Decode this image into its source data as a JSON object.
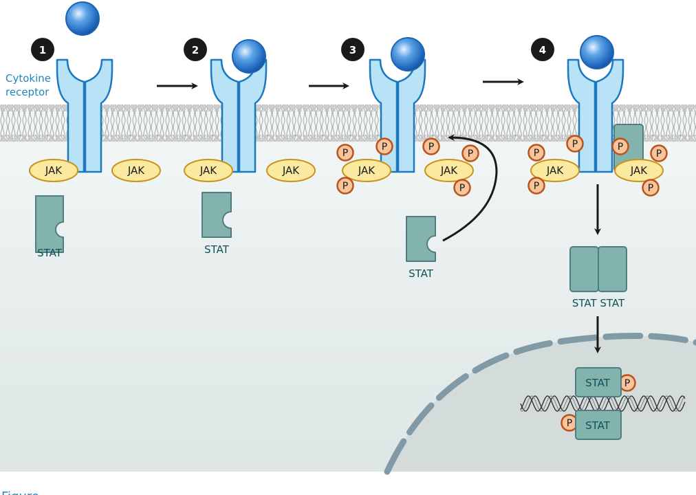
{
  "title": "JAK-STAT cytokine receptor signaling",
  "labels": {
    "receptor": [
      "Cytokine",
      "receptor"
    ],
    "jak": "JAK",
    "stat": "STAT",
    "phosphate": "P",
    "dimer": "STAT STAT"
  },
  "steps": [
    {
      "number": "1"
    },
    {
      "number": "2"
    },
    {
      "number": "3"
    },
    {
      "number": "4"
    }
  ],
  "colors": {
    "ligand": "#2f7fd0",
    "receptor_fill": "#b8e2f6",
    "receptor_stroke": "#1c78c0",
    "jak_fill": "#fbe9a0",
    "jak_stroke": "#c9921a",
    "stat_fill": "#82b3ac",
    "stat_stroke": "#4f7d82",
    "p_fill": "#f8c49a",
    "p_stroke": "#b9521c",
    "cytoplasm": "#e9f0ef",
    "nucleus": "#d3dcdb",
    "nuclear_envelope": "#8299a6",
    "badge": "#1a1a1a"
  },
  "caption_partial": "Figure"
}
